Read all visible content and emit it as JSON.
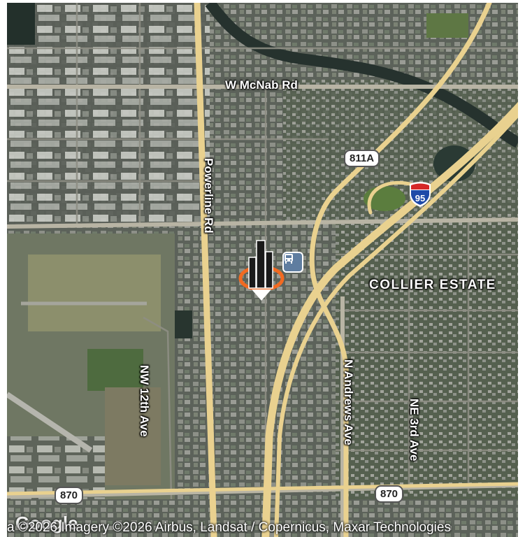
{
  "roads": {
    "mcnab": "W McNab Rd",
    "powerline": "Powerline Rd",
    "nw12": "NW 12th Ave",
    "andrews": "N Andrews Ave",
    "ne3": "NE 3rd Ave"
  },
  "district": "COLLIER ESTATE",
  "shields": {
    "s811a": "811A",
    "s870a": "870",
    "s870b": "870",
    "i95": "95"
  },
  "icons": {
    "pin": "building-pin-icon",
    "transit": "bus-icon"
  },
  "attribution": "a ©2026 Imagery ©2026 Airbus, Landsat / Copernicus, Maxar Technologies",
  "logo": "Google",
  "colors": {
    "highway": "#e9d18f",
    "pin_orange": "#f26a21",
    "i95_blue": "#1e4aa8",
    "i95_red": "#d62828"
  }
}
